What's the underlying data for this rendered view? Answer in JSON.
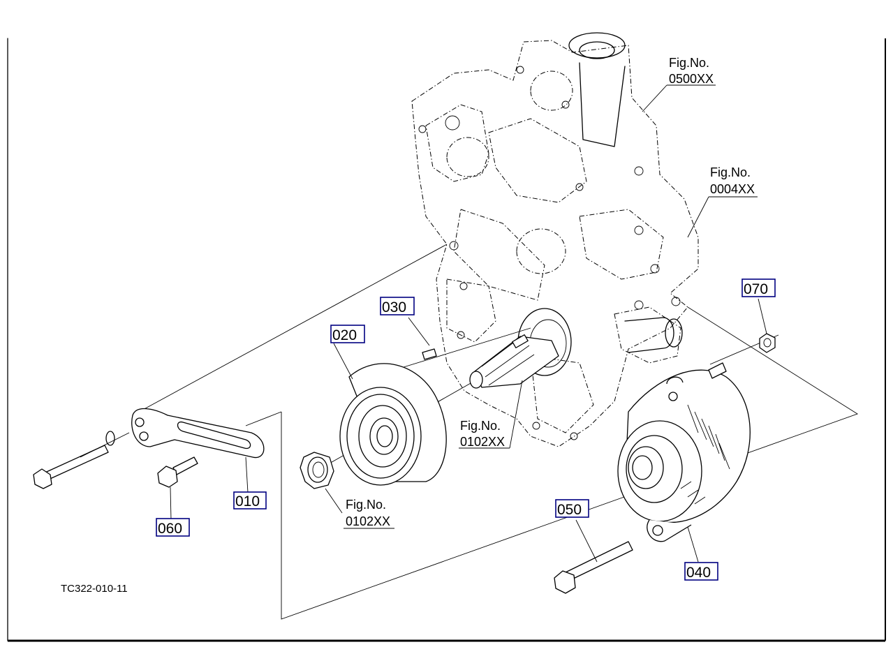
{
  "drawing": {
    "code": "TC322-010-11",
    "callouts": [
      {
        "id": "010",
        "label": "010",
        "part": "alternator bracket"
      },
      {
        "id": "020",
        "label": "020",
        "part": "fan drive pulley"
      },
      {
        "id": "030",
        "label": "030",
        "part": "feather key"
      },
      {
        "id": "040",
        "label": "040",
        "part": "alternator"
      },
      {
        "id": "050",
        "label": "050",
        "part": "alternator mounting bolt"
      },
      {
        "id": "060",
        "label": "060",
        "part": "bracket bolt"
      },
      {
        "id": "070",
        "label": "070",
        "part": "nut"
      }
    ],
    "figure_refs": [
      {
        "title": "Fig.No.",
        "number": "0500XX"
      },
      {
        "title": "Fig.No.",
        "number": "0004XX"
      },
      {
        "title": "Fig.No.",
        "number": "0102XX"
      },
      {
        "title": "Fig.No.",
        "number": "0102XX"
      }
    ]
  }
}
